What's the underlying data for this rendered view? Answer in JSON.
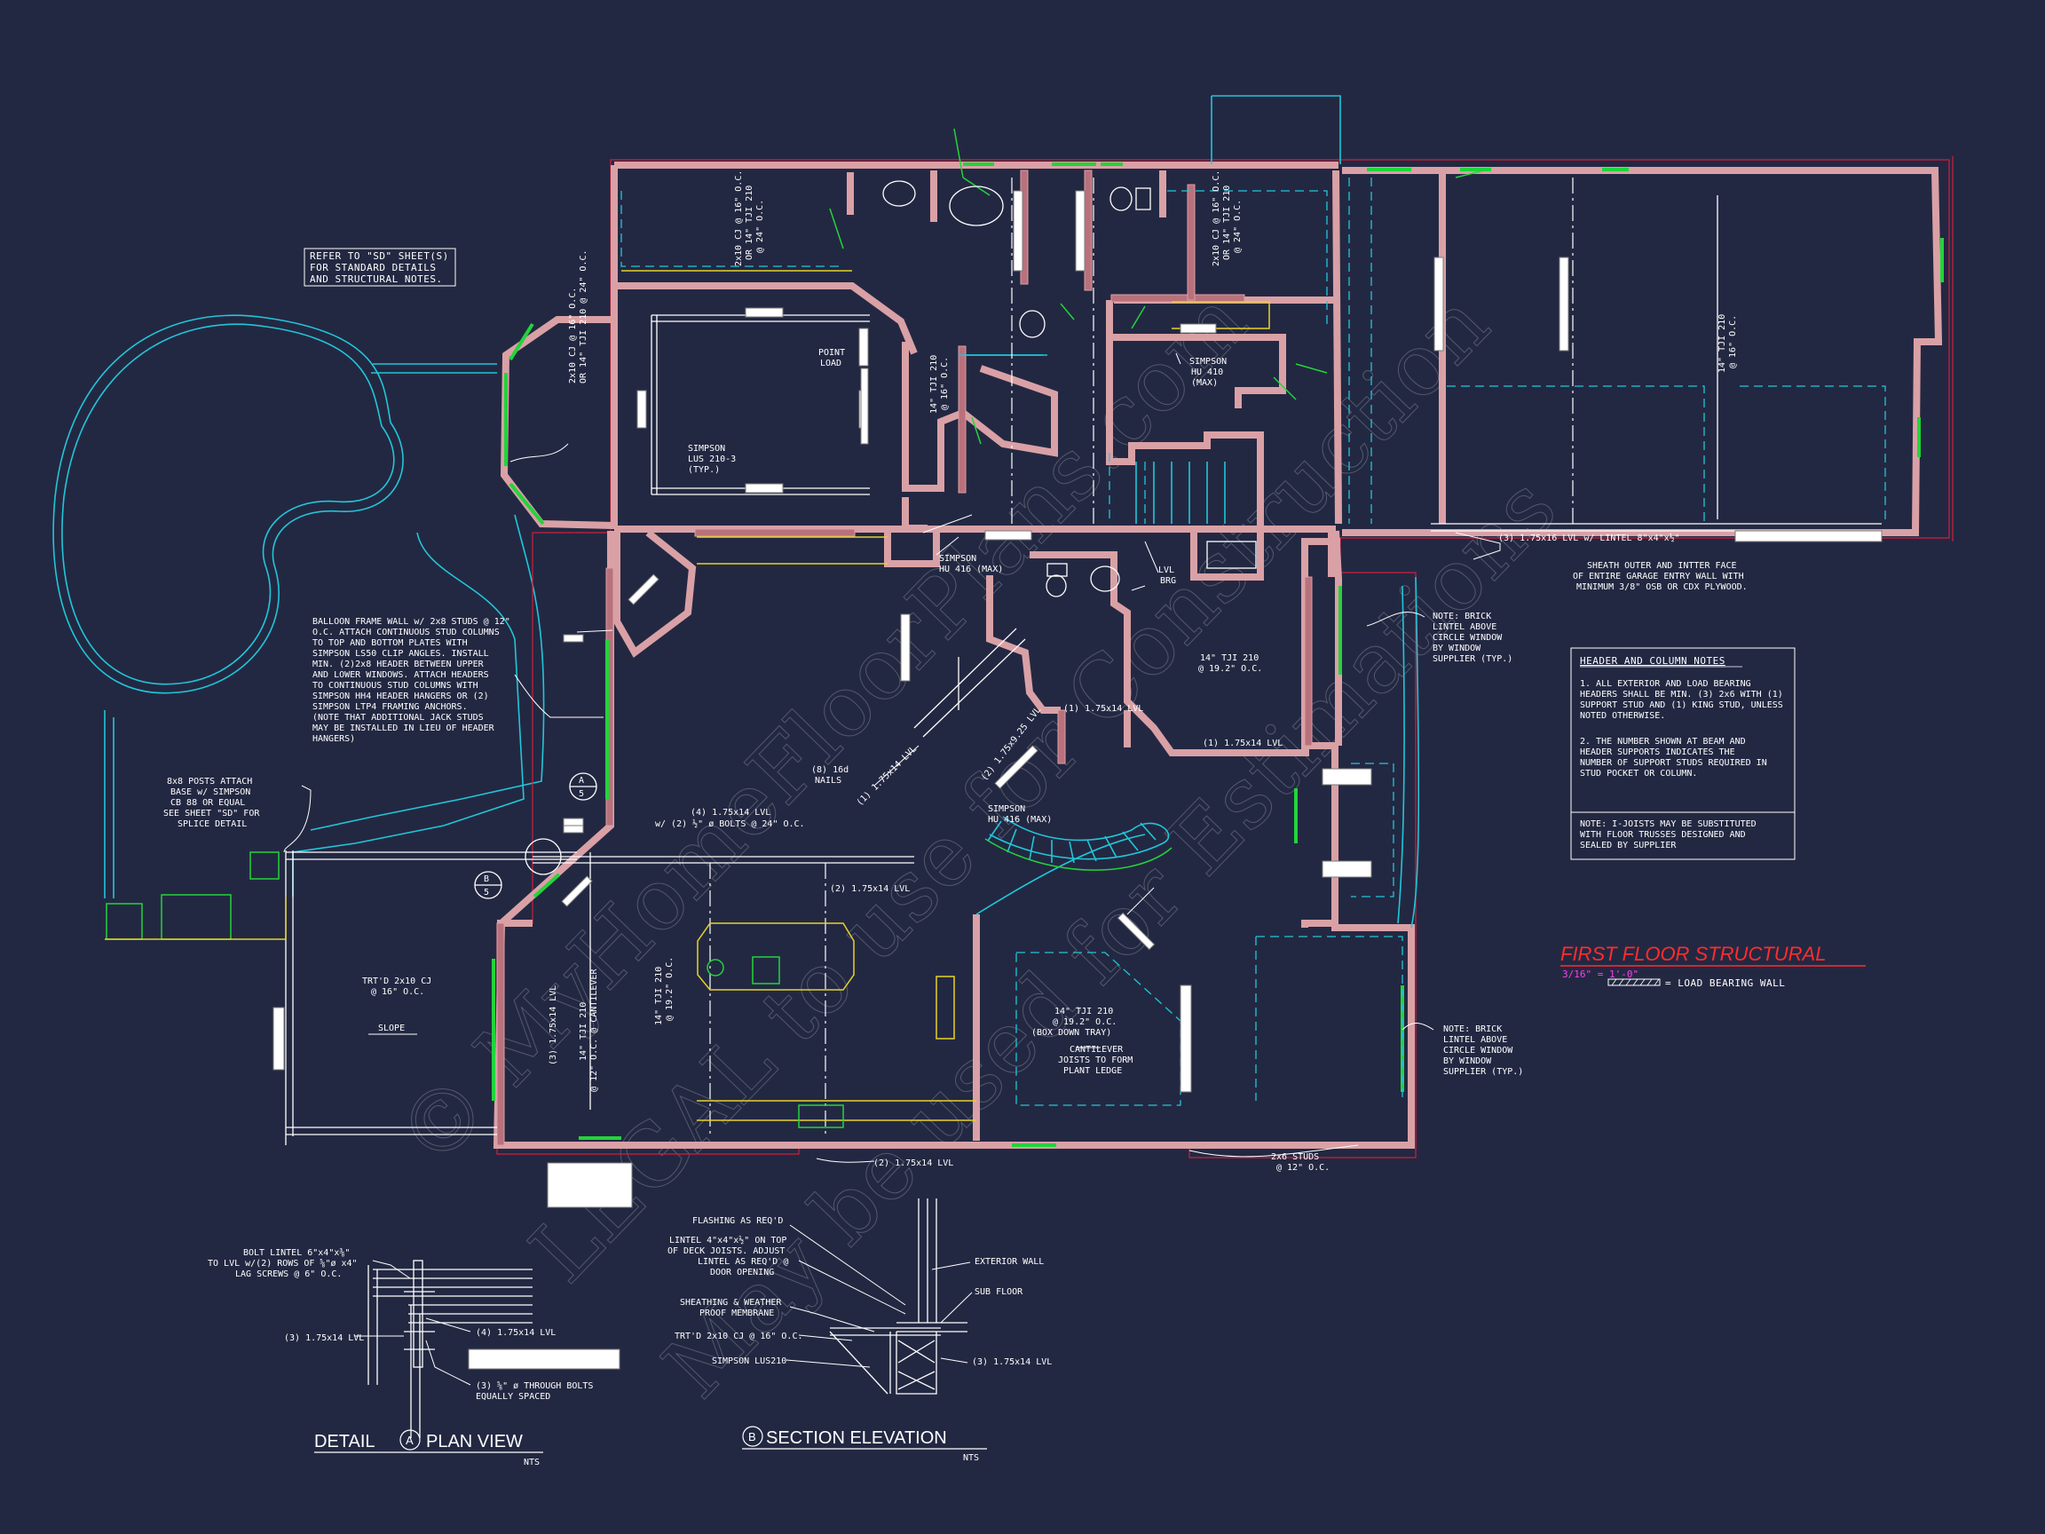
{
  "title": {
    "main": "FIRST FLOOR STRUCTURAL",
    "scale": "3/16\" = 1'-0\"",
    "legend": "= LOAD BEARING WALL"
  },
  "colors": {
    "background": "#232842",
    "wall": "#d9a1a6",
    "wall_outline": "#d01f3c",
    "window": "#22d43b",
    "cyan": "#21c6d9",
    "yellow": "#e6d32a",
    "title_red": "#ff2d2d",
    "scale_magenta": "#ff3df2"
  },
  "watermark": {
    "line1": "© MyHomeFloorPlans.com",
    "line2": "LEGAL to use for Construction",
    "line3": "May be used for Estimations"
  },
  "notes": {
    "refer": [
      "REFER TO \"SD\" SHEET(S)",
      "FOR STANDARD DETAILS",
      "AND STRUCTURAL NOTES."
    ],
    "balloon": [
      "BALLOON FRAME WALL w/ 2x8 STUDS @ 12\"",
      "O.C.  ATTACH CONTINUOUS STUD COLUMNS",
      "TO TOP AND  BOTTOM PLATES WITH",
      "SIMPSON LS50 CLIP ANGLES. INSTALL",
      "MIN. (2)2x8 HEADER BETWEEN  UPPER",
      "AND LOWER WINDOWS. ATTACH HEADERS",
      "TO  CONTINUOUS STUD COLUMNS WITH",
      "SIMPSON HH4  HEADER HANGERS OR (2)",
      "SIMPSON LTP4 FRAMING  ANCHORS.",
      "(NOTE THAT ADDITIONAL JACK STUDS",
      "MAY BE INSTALLED IN LIEU OF HEADER",
      "HANGERS)"
    ],
    "posts": [
      "8x8 POSTS ATTACH",
      "BASE w/ SIMPSON",
      "CB 88 OR EQUAL",
      "SEE SHEET \"SD\" FOR",
      "SPLICE DETAIL"
    ],
    "sheath": [
      "SHEATH OUTER AND INTTER FACE",
      "OF ENTIRE GARAGE ENTRY WALL WITH",
      "MINIMUM 3/8\" OSB OR CDX PLYWOOD."
    ],
    "brick1": [
      "NOTE:  BRICK",
      "LINTEL ABOVE",
      "CIRCLE WINDOW",
      "BY WINDOW",
      "SUPPLIER (TYP.)"
    ],
    "brick2": [
      "NOTE:  BRICK",
      "LINTEL ABOVE",
      "CIRCLE WINDOW",
      "BY WINDOW",
      "SUPPLIER (TYP.)"
    ]
  },
  "header_notes": {
    "title": "HEADER AND COLUMN NOTES",
    "note1": [
      "1. ALL EXTERIOR AND LOAD BEARING",
      "HEADERS SHALL BE MIN. (3) 2x6 WITH (1)",
      "SUPPORT STUD AND (1) KING STUD, UNLESS",
      "NOTED OTHERWISE."
    ],
    "note2": [
      "2. THE NUMBER SHOWN AT BEAM AND",
      "HEADER SUPPORTS INDICATES THE",
      "NUMBER OF SUPPORT STUDS REQUIRED IN",
      "STUD POCKET OR COLUMN."
    ],
    "note3": [
      "NOTE: I-JOISTS MAY BE SUBSTITUTED",
      "WITH FLOOR TRUSSES DESIGNED AND",
      "SEALED BY SUPPLIER"
    ]
  },
  "labels": {
    "cj_left": [
      "2x10 CJ @ 16\" O.C.",
      "OR 14\" TJI 210 @ 24\" O.C."
    ],
    "cj_top1": [
      "2x10 CJ @ 16\" O.C.",
      "OR 14\" TJI 210",
      "@ 24\" O.C."
    ],
    "cj_top2": [
      "2x10 CJ @ 16\" O.C.",
      "OR 14\" TJI 210",
      "@ 24\" O.C."
    ],
    "tji_garage": [
      "14\" TJI 210",
      "@ 16\" O.C."
    ],
    "tji_small": [
      "14\" TJI 210",
      "@ 16\" O.C."
    ],
    "point_load": [
      "POINT",
      "LOAD"
    ],
    "lus": [
      "SIMPSON",
      "LUS 210-3",
      "(TYP.)"
    ],
    "hu410": [
      "SIMPSON",
      "HU 410",
      "(MAX)"
    ],
    "hu416_a": [
      "SIMPSON",
      "HU 416 (MAX)"
    ],
    "hu416_b": [
      "SIMPSON",
      "HU 416 (MAX)"
    ],
    "lvl_brg": [
      "LVL",
      "BRG"
    ],
    "garage_lintel": "(3) 1.75x16 LVL w/ LINTEL 8\"x4\"x½\"",
    "tji_center": [
      "14\" TJI 210",
      "@ 19.2\" O.C."
    ],
    "lvl_1_14": "(1) 1.75x14 LVL",
    "lvl_1_14b": "(1) 1.75x14 LVL",
    "lvl_2_925": "(2) 1.75x9.25 LVL",
    "nails": [
      "(8) 16d",
      "NAILS"
    ],
    "lvl_1_14c": "(1) 1.75x14 LVL",
    "lvl_4_14": [
      "(4) 1.75x14 LVL",
      "w/ (2) ½\" ø BOLTS @ 24\" O.C."
    ],
    "lvl_2_14": "(2) 1.75x14 LVL",
    "lvl_2_14b": "(2) 1.75x14 LVL",
    "trtd": [
      "TRT'D 2x10 CJ",
      "@ 16\" O.C."
    ],
    "slope": "SLOPE",
    "lvl_3_14": "(3) 1.75x14 LVL",
    "cantilever": [
      "14\" TJI 210",
      "@ 12\" O.C. @ CANTILEVER"
    ],
    "tji_kitchen": [
      "14\" TJI 210",
      "@ 19.2\" O.C."
    ],
    "box_down": [
      "14\" TJI 210",
      "@ 19.2\" O.C.",
      "(BOX DOWN TRAY)"
    ],
    "plant_ledge": [
      "CANTILEVER",
      "JOISTS TO FORM",
      "PLANT LEDGE"
    ],
    "studs_2x6": [
      "2x6 STUDS",
      "@ 12\" O.C."
    ],
    "marker_a": "A",
    "marker_b": "B",
    "marker_num": "5"
  },
  "detail_a": {
    "title": "DETAIL",
    "marker": "A",
    "subtitle": "PLAN VIEW",
    "nts": "NTS",
    "bolt": [
      "BOLT LINTEL 6\"x4\"x⅜\"",
      "TO LVL w/(2) ROWS OF ⅝\"ø x4\"",
      "LAG SCREWS @ 6\" O.C."
    ],
    "lvl3": "(3) 1.75x14 LVL",
    "lvl4": "(4) 1.75x14 LVL",
    "bolts": [
      "(3) ⅝\" ø THROUGH BOLTS",
      "EQUALLY SPACED"
    ]
  },
  "detail_b": {
    "marker": "B",
    "title": "SECTION ELEVATION",
    "nts": "NTS",
    "flashing": "FLASHING AS REQ'D",
    "lintel": [
      "LINTEL 4\"x4\"x½\" ON TOP",
      "OF DECK JOISTS. ADJUST",
      "LINTEL AS REQ'D @",
      "DOOR OPENING"
    ],
    "sheathing": [
      "SHEATHING & WEATHER",
      "PROOF MEMBRANE"
    ],
    "trtd": "TRT'D 2x10 CJ @ 16\" O.C.",
    "lus": "SIMPSON LUS210",
    "ext_wall": "EXTERIOR WALL",
    "sub_floor": "SUB FLOOR",
    "lvl": "(3) 1.75x14 LVL"
  }
}
